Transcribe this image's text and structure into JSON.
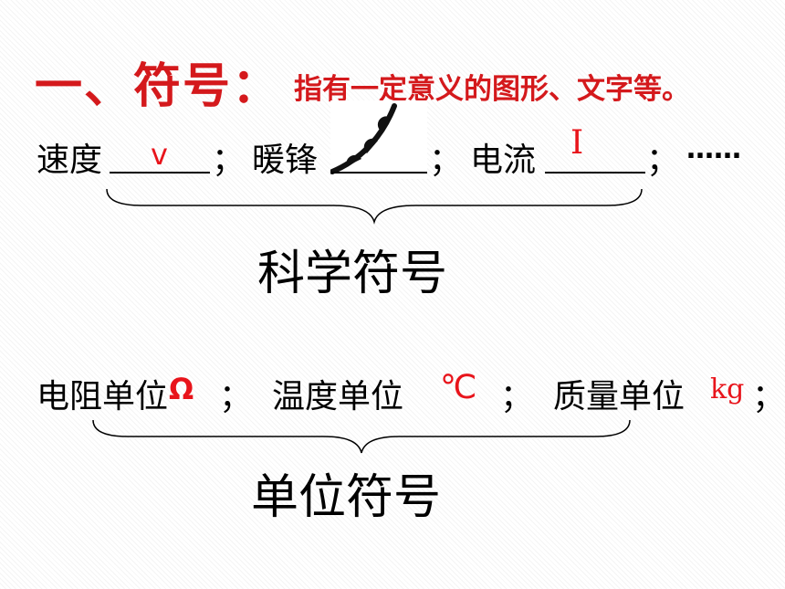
{
  "title": {
    "main": "一、符号：",
    "sub": "指有一定意义的图形、文字等。"
  },
  "row1": {
    "speed_label": "速度",
    "speed_symbol": "v",
    "sep1": "；",
    "warm_front_label": "暖锋",
    "sep2": "；",
    "current_label": "电流",
    "current_symbol": "I",
    "sep3": "；",
    "ellipsis": "……"
  },
  "science_symbols_label": "科学符号",
  "row2": {
    "resistance_label": "电阻单位",
    "resistance_unit": "Ω",
    "sep1": "；",
    "temperature_label": "温度单位",
    "temperature_unit": "℃",
    "sep2": "；",
    "mass_label": "质量单位",
    "mass_unit": "kg",
    "sep3": "；"
  },
  "unit_symbols_label": "单位符号",
  "colors": {
    "title": "#d4191c",
    "symbol": "#e8141b",
    "text": "#000000"
  },
  "icons": {
    "warm_front": "warm-front-weather-symbol",
    "brace": "curly-brace"
  }
}
